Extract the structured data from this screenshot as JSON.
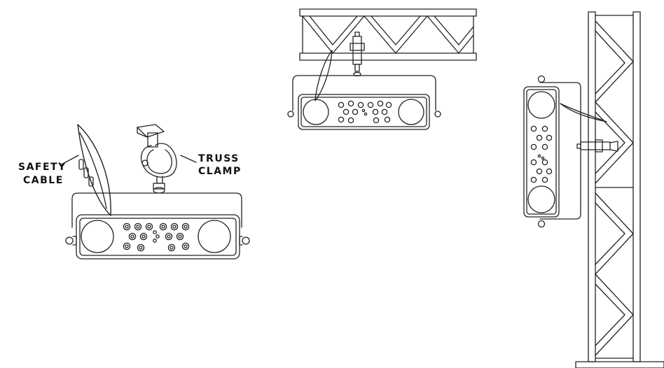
{
  "labels": {
    "safety_cable_line1": "SAFETY",
    "safety_cable_line2": "CABLE",
    "truss_clamp_line1": "TRUSS",
    "truss_clamp_line2": "CLAMP"
  },
  "colors": {
    "line": "#222222",
    "background": "#ffffff"
  }
}
